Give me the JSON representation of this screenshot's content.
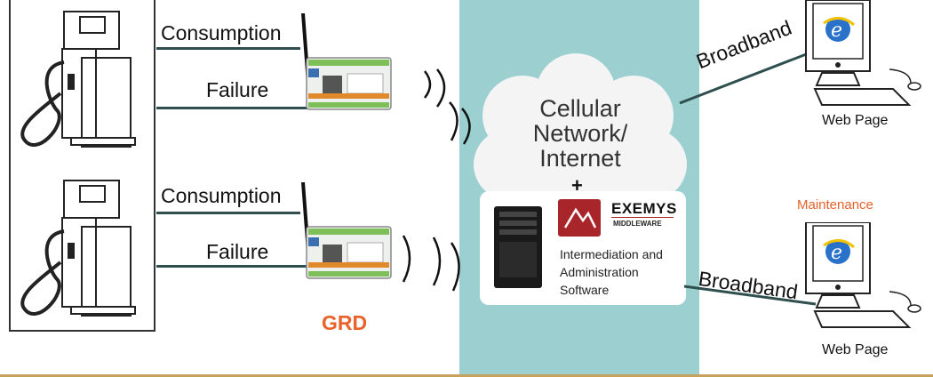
{
  "labels": {
    "consumption_top": "Consumption",
    "failure_top": "Failure",
    "consumption_bottom": "Consumption",
    "failure_bottom": "Failure",
    "grd": "GRD"
  },
  "network": {
    "line1": "Cellular",
    "line2": "Network/",
    "line3": "Internet",
    "plus": "+"
  },
  "middleware": {
    "brand": "EXEMYS",
    "brand_sub": "MIDDLEWARE",
    "software_line1": "Intermediation and",
    "software_line2": "Administration",
    "software_line3": "Software"
  },
  "clients": {
    "broadband_top": "Broadband",
    "web_page_top": "Web Page",
    "maintenance": "Maintenance",
    "broadband_bottom": "Broadband",
    "web_page_bottom": "Web Page"
  },
  "colors": {
    "accent": "#e8622a",
    "panel": "#9ccfd0",
    "wire": "#2f4f4f"
  }
}
